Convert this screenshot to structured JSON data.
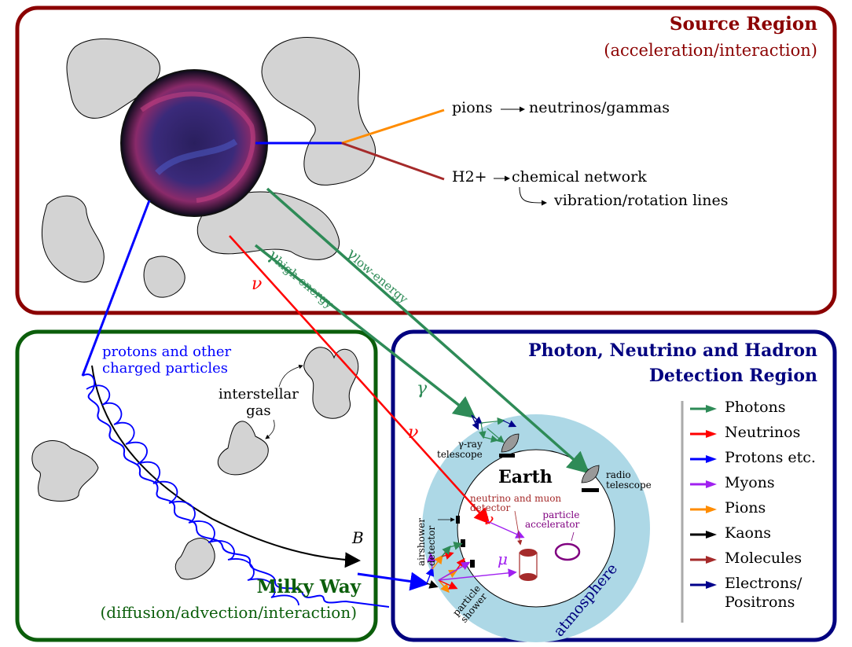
{
  "source_region": {
    "title": "Source Region",
    "subtitle": "(acceleration/interaction)",
    "pions_label": "pions",
    "pions_product": "neutrinos/gammas",
    "h2_label": "H2+",
    "h2_product": "chemical network",
    "h2_subproduct": "vibration/rotation lines",
    "gamma_high": "high-energy",
    "gamma_low": "low-energy",
    "gamma_symbol": "γ",
    "nu_symbol": "ν",
    "border_color": "#8b0000"
  },
  "milky_way": {
    "title": "Milky Way",
    "subtitle": "(diffusion/advection/interaction)",
    "protons_line1": "protons and other",
    "protons_line2": "charged particles",
    "gas_line1": "interstellar",
    "gas_line2": "gas",
    "field_label": "B",
    "border_color": "#0b5e0b"
  },
  "detection_region": {
    "title_line1": "Photon, Neutrino and Hadron",
    "title_line2": "Detection Region",
    "earth_label": "Earth",
    "atmosphere_label": "atmosphere",
    "gamma_ray_line1": "γ-ray",
    "gamma_ray_line2": "telescope",
    "radio_line1": "radio",
    "radio_line2": "telescope",
    "airshower_line1": "airshower",
    "airshower_line2": "detector",
    "shower_line1": "particle",
    "shower_line2": "shower",
    "nu_detector_line1": "neutrino and muon",
    "nu_detector_line2": "detector",
    "accelerator_line1": "particle",
    "accelerator_line2": "accelerator",
    "gamma_symbol": "γ",
    "nu_symbol": "ν",
    "mu_symbol": "μ",
    "border_color": "#00007f"
  },
  "legend": [
    {
      "label": "Photons",
      "color": "#2e8b57"
    },
    {
      "label": "Neutrinos",
      "color": "#ff0000"
    },
    {
      "label": "Protons etc.",
      "color": "#0000ff"
    },
    {
      "label": "Myons",
      "color": "#a020f0"
    },
    {
      "label": "Pions",
      "color": "#ff8c00"
    },
    {
      "label": "Kaons",
      "color": "#000000"
    },
    {
      "label": "Molecules",
      "color": "#a52a2a"
    },
    {
      "label": "Electrons/",
      "label2": "Positrons",
      "color": "#00008b"
    }
  ]
}
